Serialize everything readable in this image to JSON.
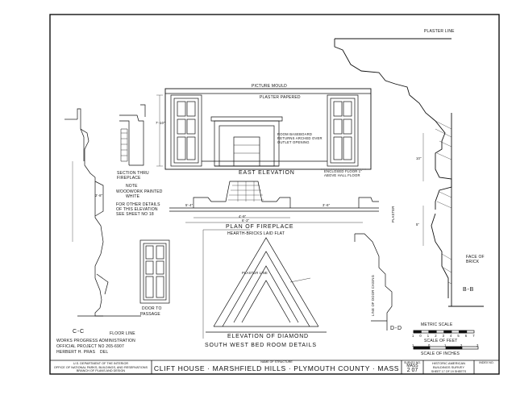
{
  "sheet": {
    "plaster_line": "PLASTER LINE",
    "east_elevation": "EAST ELEVATION",
    "picture_mould": "PICTURE MOULD",
    "plaster_paper": "PLASTER PAPERED",
    "hearth_note": "ROOM BASEBOARD RETURNS ARCHED OVER OUTLET OPENING",
    "enclosed_floor": "ENCLOSED FLOOR 1\" ABOVE HALL FLOOR",
    "section_thru": "SECTION THRU FIREPLACE",
    "note_title": "NOTE",
    "note_text": [
      "WOODWORK PAINTED",
      "WHITE"
    ],
    "other_details": [
      "FOR OTHER DETAILS",
      "OF THIS ELEVATION",
      "SEE SHEET NO 18"
    ],
    "plan_fireplace": "PLAN OF FIREPLACE",
    "hearth_bricks": "HEARTH-BRICKS LAID FLAT",
    "plaster_diamond": "PLASTER LINE",
    "elevation_diamond": "ELEVATION OF DIAMOND",
    "south_west": "SOUTH WEST BED ROOM DETAILS",
    "door_passage": [
      "DOOR TO",
      "PASSAGE"
    ],
    "cc": "C-C",
    "floor_line": "FLOOR LINE",
    "bb": "B-B",
    "dd": "D-D",
    "face_brick": [
      "FACE OF",
      "BRICK"
    ],
    "line_door_casing": "LINE OF DOOR CASING",
    "plaster_vert": "PLASTER",
    "wpa": [
      "WORKS PROGRESS ADMINISTRATION",
      "OFFICIAL PROJECT NO 265-6907"
    ],
    "drawn_by": "HERBERT H. PRAS",
    "del": "DEL",
    "metric_scale": "METRIC SCALE",
    "metric_ticks": [
      "1",
      "0",
      "1",
      "2",
      "3",
      "4",
      "5",
      "6",
      "7"
    ],
    "feet_scale": "SCALE OF FEET",
    "feet_ticks": [
      "1",
      "0",
      "1",
      "2",
      "3"
    ],
    "inches_scale": "SCALE OF INCHES",
    "dims": [
      "7'-10\"",
      "2'-8\"",
      "4'-9\"",
      "6'-3\"",
      "5'-4\"",
      "3'-6\"",
      "10\"",
      "5\""
    ],
    "title_block": {
      "agency": [
        "U.S. DEPARTMENT OF THE INTERIOR",
        "OFFICE OF NATIONAL PARKS, BUILDINGS, AND RESERVATIONS",
        "BRANCH OF PLANS AND DESIGN"
      ],
      "name_caption": "NAME OF STRUCTURE",
      "structure_name": "CLIFT HOUSE · MARSHFIELD HILLS · PLYMOUTH COUNTY · MASS",
      "survey_caption": "SURVEY NO.",
      "state": "MASS",
      "survey_number": "2 07",
      "habs": [
        "HISTORIC AMERICAN",
        "BUILDINGS SURVEY"
      ],
      "sheet_of": "SHEET 17 OF 19 SHEETS",
      "index_caption": "INDEX NO."
    }
  }
}
